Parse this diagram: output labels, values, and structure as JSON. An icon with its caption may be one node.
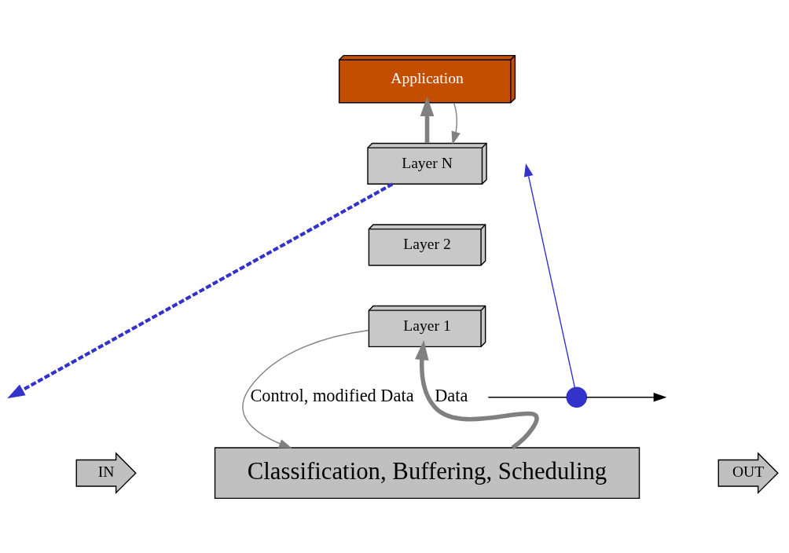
{
  "diagram": {
    "nodes": [
      {
        "text": [
          "Application"
        ]
      },
      {
        "text": [
          "Layer N"
        ]
      },
      {
        "text": [
          "Layer 2"
        ]
      },
      {
        "text": [
          "Layer 1"
        ]
      },
      {
        "text": [
          "Classification, Buffering, Scheduling"
        ]
      },
      {
        "text": [
          "IN"
        ]
      },
      {
        "text": [
          "OUT"
        ]
      },
      {
        "text": [],
        "shape": "circle"
      }
    ],
    "edges": [
      {
        "from": 1,
        "to": 0,
        "arrow": "to",
        "style": "thick"
      },
      {
        "from": 0,
        "to": 1,
        "arrow": "to"
      },
      {
        "from": 4,
        "to": 3,
        "arrow": "to",
        "style": "thick",
        "label": "Data"
      },
      {
        "from": 3,
        "to": 4,
        "arrow": "to",
        "label": "Control, modified Data"
      },
      {
        "from": 7,
        "to": null,
        "arrow": "to",
        "color": "#3333cc"
      },
      {
        "from": 1,
        "to": null,
        "arrow": "to",
        "style": "dashed",
        "color": "#3333cc"
      },
      {
        "from": null,
        "to": 7,
        "arrow": "none",
        "color": "#000000"
      },
      {
        "from": 7,
        "to": null,
        "arrow": "to",
        "color": "#000000"
      }
    ]
  }
}
